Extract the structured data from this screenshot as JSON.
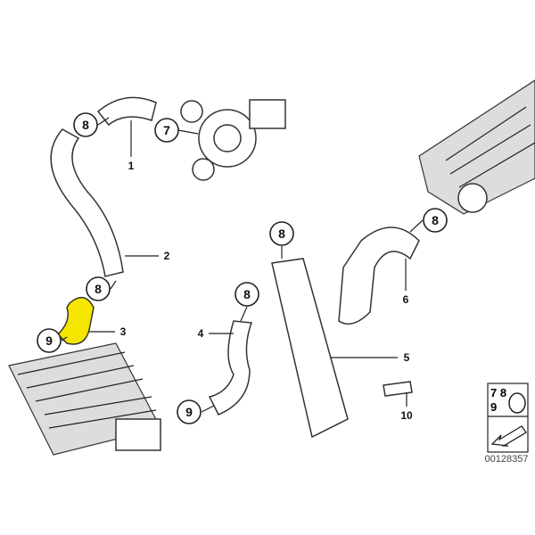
{
  "callouts": {
    "c8a": "8",
    "c7": "7",
    "c8b": "8",
    "c8c": "8",
    "c8d": "8",
    "c8e": "8",
    "c9a": "9",
    "c9b": "9"
  },
  "labels": {
    "l1": "1",
    "l2": "2",
    "l3": "3",
    "l4": "4",
    "l5": "5",
    "l6": "6",
    "l10": "10"
  },
  "legend_box": {
    "numbers_row1": "7 8",
    "numbers_row2": "9"
  },
  "diagram_code": "00128357",
  "highlight_color": "#f5e600"
}
